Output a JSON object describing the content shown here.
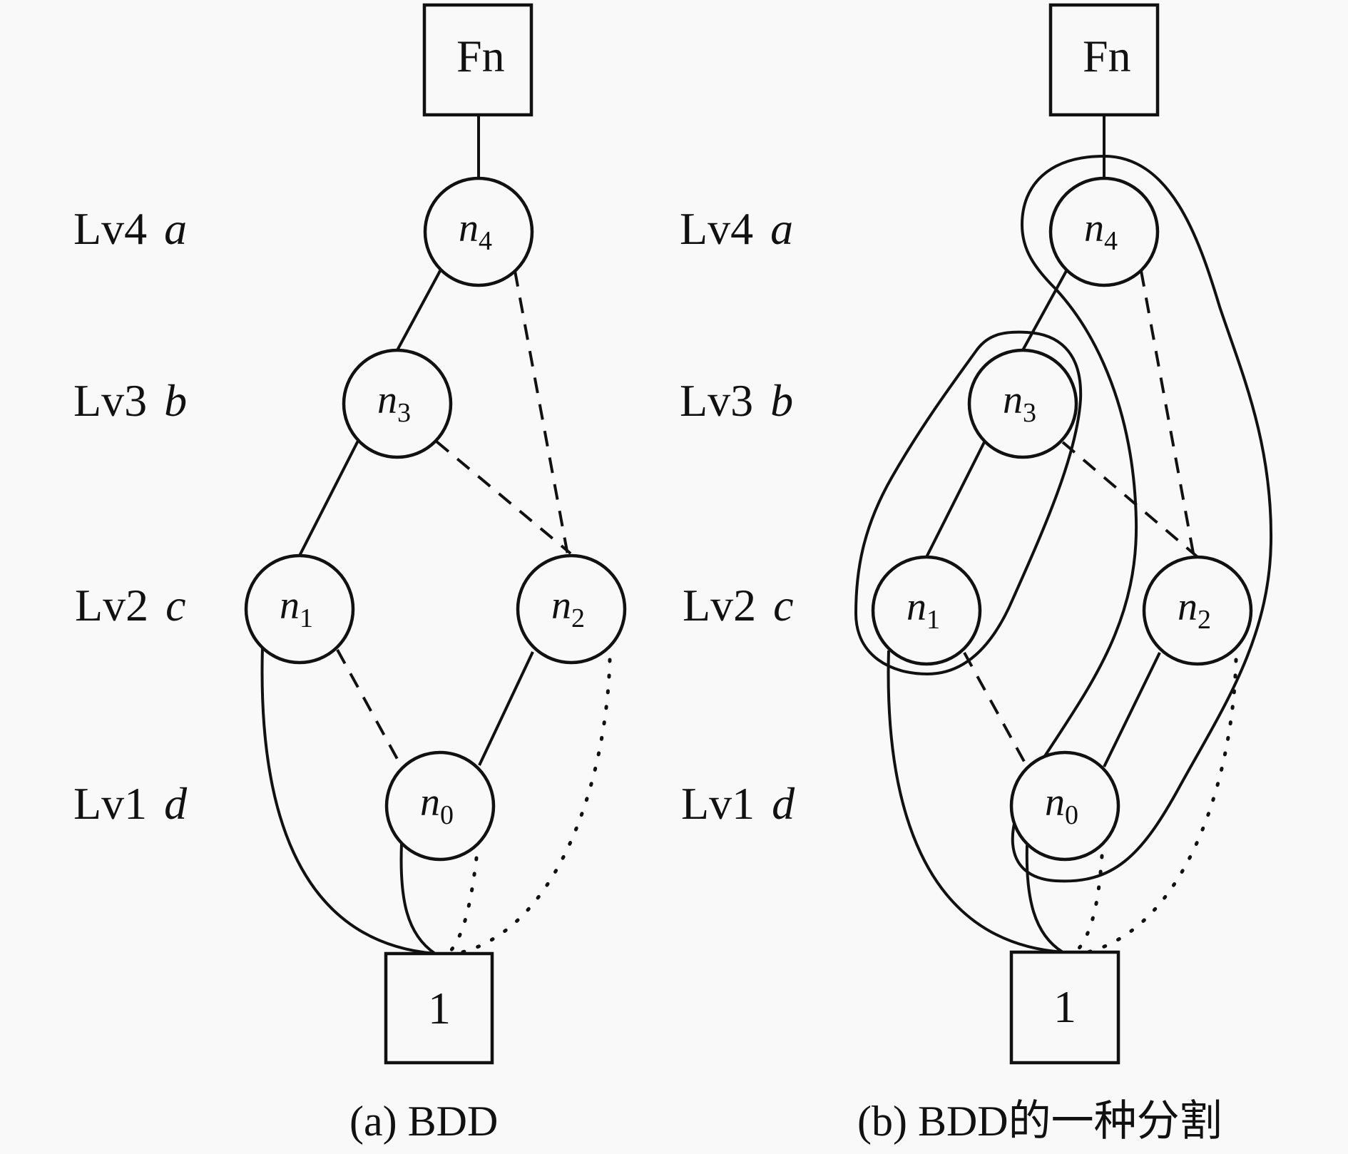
{
  "levels": [
    {
      "label": "Lv4",
      "var": "a"
    },
    {
      "label": "Lv3",
      "var": "b"
    },
    {
      "label": "Lv2",
      "var": "c"
    },
    {
      "label": "Lv1",
      "var": "d"
    }
  ],
  "root_label": "Fn",
  "terminal_label": "1",
  "nodes": [
    {
      "id": "n4",
      "base": "n",
      "sub": "4",
      "level": "Lv4"
    },
    {
      "id": "n3",
      "base": "n",
      "sub": "3",
      "level": "Lv3"
    },
    {
      "id": "n1",
      "base": "n",
      "sub": "1",
      "level": "Lv2"
    },
    {
      "id": "n2",
      "base": "n",
      "sub": "2",
      "level": "Lv2"
    },
    {
      "id": "n0",
      "base": "n",
      "sub": "0",
      "level": "Lv1"
    }
  ],
  "edges": [
    {
      "from": "Fn",
      "to": "n4",
      "style": "solid"
    },
    {
      "from": "n4",
      "to": "n3",
      "style": "solid"
    },
    {
      "from": "n4",
      "to": "n2",
      "style": "dashed"
    },
    {
      "from": "n3",
      "to": "n1",
      "style": "solid"
    },
    {
      "from": "n3",
      "to": "n2",
      "style": "dashed"
    },
    {
      "from": "n1",
      "to": "1",
      "style": "solid"
    },
    {
      "from": "n1",
      "to": "n0",
      "style": "dashed"
    },
    {
      "from": "n2",
      "to": "n0",
      "style": "solid"
    },
    {
      "from": "n2",
      "to": "1",
      "style": "dotted"
    },
    {
      "from": "n0",
      "to": "1",
      "style": "solid"
    },
    {
      "from": "n0",
      "to": "1",
      "style": "dotted"
    }
  ],
  "partition_groups": [
    [
      "n4",
      "n2",
      "n0"
    ],
    [
      "n3",
      "n1"
    ]
  ],
  "captions": {
    "a": "(a) BDD",
    "b": "(b) BDD的一种分割"
  }
}
